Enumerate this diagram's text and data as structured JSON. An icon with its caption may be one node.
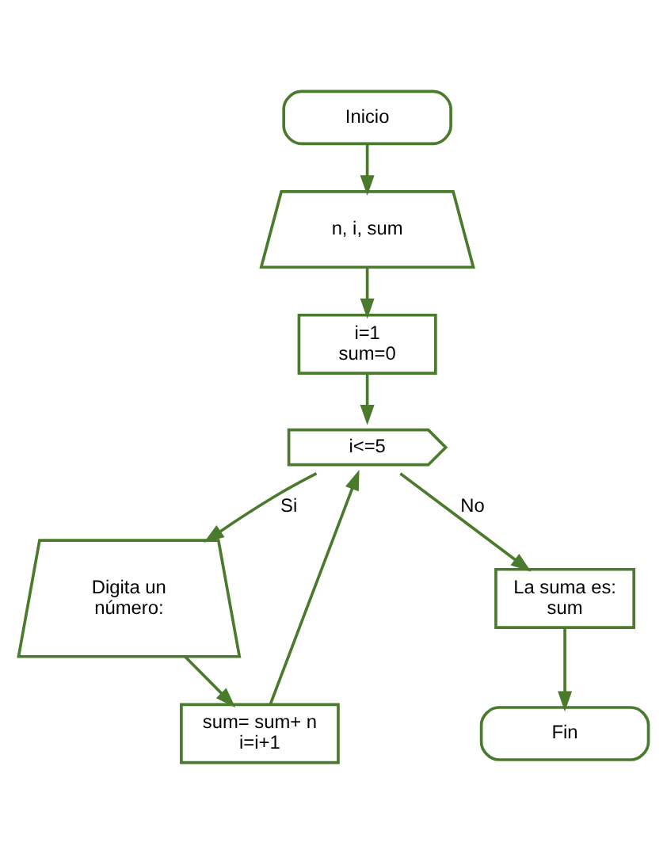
{
  "diagram": {
    "nodes": [
      {
        "text": [
          "Inicio"
        ]
      },
      {
        "text": [
          "n, i, sum"
        ]
      },
      {
        "text": [
          "i=1 sum=0"
        ]
      },
      {
        "text": [
          "i<=5"
        ]
      },
      {
        "text": [
          "Digita un número:"
        ]
      },
      {
        "text": [
          "sum= sum+ n i=i+1"
        ]
      },
      {
        "text": [
          "La suma es: sum"
        ]
      },
      {
        "text": [
          "Fin"
        ]
      }
    ],
    "edges": [
      {
        "from": 0,
        "to": 1,
        "arrow": "to"
      },
      {
        "from": 1,
        "to": 2,
        "arrow": "to"
      },
      {
        "from": 2,
        "to": 3,
        "arrow": "to"
      },
      {
        "from": 3,
        "to": 4,
        "arrow": "to",
        "label": "Si"
      },
      {
        "from": 4,
        "to": 5,
        "arrow": "to"
      },
      {
        "from": 5,
        "to": 3,
        "arrow": "to"
      },
      {
        "from": 3,
        "to": 6,
        "arrow": "to",
        "label": "No"
      },
      {
        "from": 6,
        "to": 7,
        "arrow": "to"
      }
    ]
  }
}
